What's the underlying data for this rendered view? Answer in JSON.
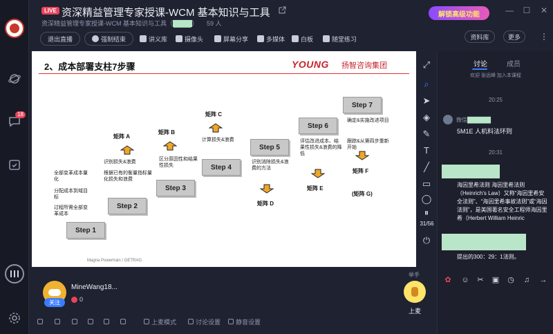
{
  "app": {
    "live_badge": "LIVE",
    "title": "资深精益管理专家授课-WCM 基本知识与工具",
    "subtitle_prefix": "资深精益管理专家授课-WCM 基本知识与工具（",
    "subtitle_suffix": "）",
    "viewers": "59 人",
    "promo": "解锁高级功能"
  },
  "toolbar": {
    "exit_live": "退出直播",
    "force_end": "强制结束",
    "lecture_library": "讲义库",
    "camera": "摄像头",
    "screen_share": "屏幕分享",
    "multimedia": "多媒体",
    "whiteboard": "白板",
    "quiz": "随堂练习",
    "materials": "资料库",
    "more": "更多"
  },
  "slide": {
    "title": "2、成本部署支柱7步骤",
    "brand": "YOUNG",
    "brand_cn": "扬智咨询集团",
    "footer": "Magna Powertrain / GETRAG",
    "steps": [
      "Step 1",
      "Step 2",
      "Step 3",
      "Step 4",
      "Step 5",
      "Step 6",
      "Step 7"
    ],
    "matrices": [
      "矩阵 A",
      "矩阵 B",
      "矩阵 C",
      "矩阵 D",
      "矩阵 E",
      "矩阵 F",
      "(矩阵 G)"
    ],
    "bullets": {
      "step1": [
        "全部变革成本量化",
        "分配成本到域目标",
        "过程所需全部变革成本"
      ],
      "step2": [
        "识别损失&浪费",
        "根据已有的衡量指标量化损失和浪费"
      ],
      "step3": [
        "区分原因性和结果性损失"
      ],
      "step4": [
        "计算损失&浪费"
      ],
      "step5": [
        "识别消除损失&浪费的方法"
      ],
      "step6": [
        "评估改进成本、结果性损失&浪费的降低"
      ],
      "step7": [
        "确定&实施改进项目",
        "跟踪&从第四步重新开始"
      ]
    }
  },
  "tools": {
    "page": "31/56"
  },
  "chat": {
    "tabs": [
      "讨论",
      "成员"
    ],
    "notice": "欢迎 张远峰  加入本课程",
    "time1": "20:25",
    "user1": "微信",
    "msg1": "5M1E 人机料法环则",
    "time2": "20:31",
    "msg2": "海因里希法则     海因里希法则（Heinrich's Law）又称“海因里希安全法则”、“海因里希事故法则”或“海因法则”，是美国著名安全工程师海因里希（Herbert William Heinric",
    "msg3": "提出的300：29：1法则。"
  },
  "stage": {
    "host_name": "MineWang18...",
    "follow": "关注",
    "likes": "0",
    "raise_label": "举手",
    "raise_text": "上麦",
    "controls": [
      "上麦模式",
      "讨论设置",
      "静音设置"
    ]
  }
}
